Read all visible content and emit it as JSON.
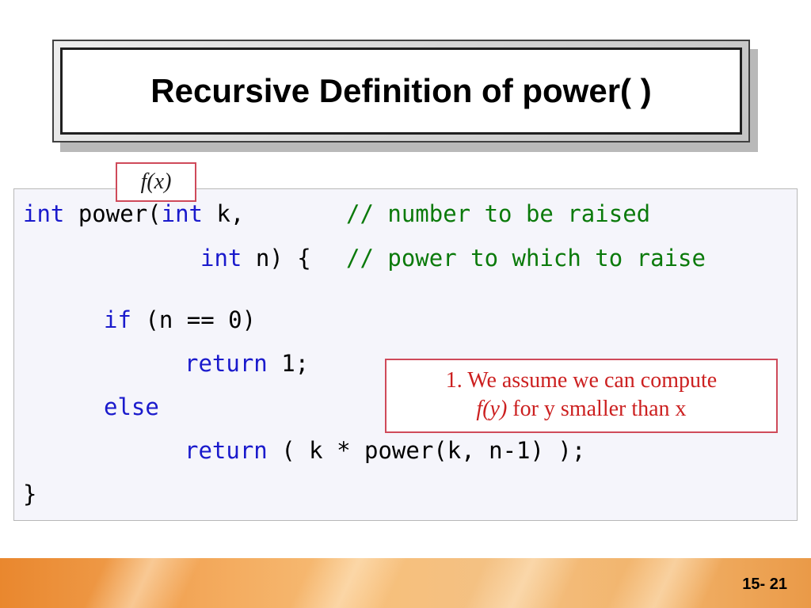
{
  "slide": {
    "title": "Recursive Definition of power( )",
    "fx_label": "f(x)",
    "page_number": "15- 21"
  },
  "code": {
    "line1": {
      "kw1": "int",
      "t1": " power(",
      "kw2": "int",
      "t2": " k,",
      "comment": "// number to be raised"
    },
    "line2": {
      "kw1": "int",
      "t1": " n) {",
      "comment": "// power to which to raise"
    },
    "line3": {
      "kw1": "if",
      "t1": " (n == 0)"
    },
    "line4": {
      "kw1": "return",
      "t1": " 1;"
    },
    "line5": {
      "kw1": "else"
    },
    "line6": {
      "kw1": "return",
      "t1": " ( k * power(k, n-1) );"
    },
    "line7": {
      "t1": "}"
    }
  },
  "note": {
    "line1": "1. We assume we can compute",
    "italic": "f(y)",
    "line2_rest": " for y smaller than x"
  },
  "colors": {
    "keyword": "#1a1acc",
    "comment": "#0b7a0b",
    "note_text": "#cc2020",
    "note_border": "#cf4a5a"
  }
}
